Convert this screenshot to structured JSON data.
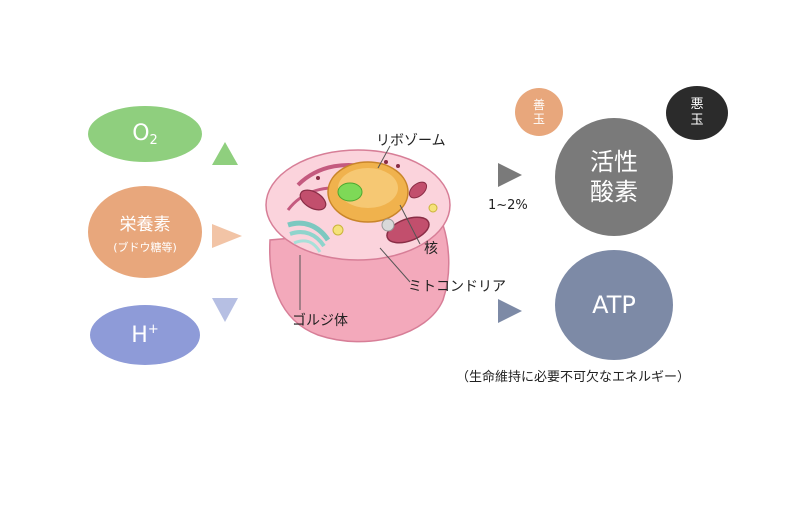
{
  "inputs": {
    "oxygen": {
      "main": "O",
      "sub": "2",
      "color": "#8fcf7e"
    },
    "nutrients": {
      "line1": "栄養素",
      "line2": "(ブドウ糖等)",
      "color": "#e8a77c"
    },
    "hydrogen": {
      "main": "H",
      "sup": "+",
      "color": "#8e9bd8"
    }
  },
  "cell_labels": {
    "ribosome": "リボゾーム",
    "nucleus": "核",
    "mitochondria": "ミトコンドリア",
    "golgi": "ゴルジ体"
  },
  "outputs": {
    "ratio": "1~2%",
    "ros_line1": "活性",
    "ros_line2": "酸素",
    "good_line1": "善",
    "good_line2": "玉",
    "bad_line1": "悪",
    "bad_line2": "玉",
    "atp": "ATP",
    "atp_note": "（生命維持に必要不可欠なエネルギー）"
  },
  "colors": {
    "ros": "#7a7a7a",
    "good": "#e8a77c",
    "bad": "#2b2b2b",
    "atp": "#7d8aa6",
    "arrow_green": "#8fcf7e",
    "arrow_orange": "#f2c4a6",
    "arrow_blue": "#b6bfe3",
    "arrow_gray": "#7a7a7a",
    "arrow_slate": "#7d8aa6"
  }
}
